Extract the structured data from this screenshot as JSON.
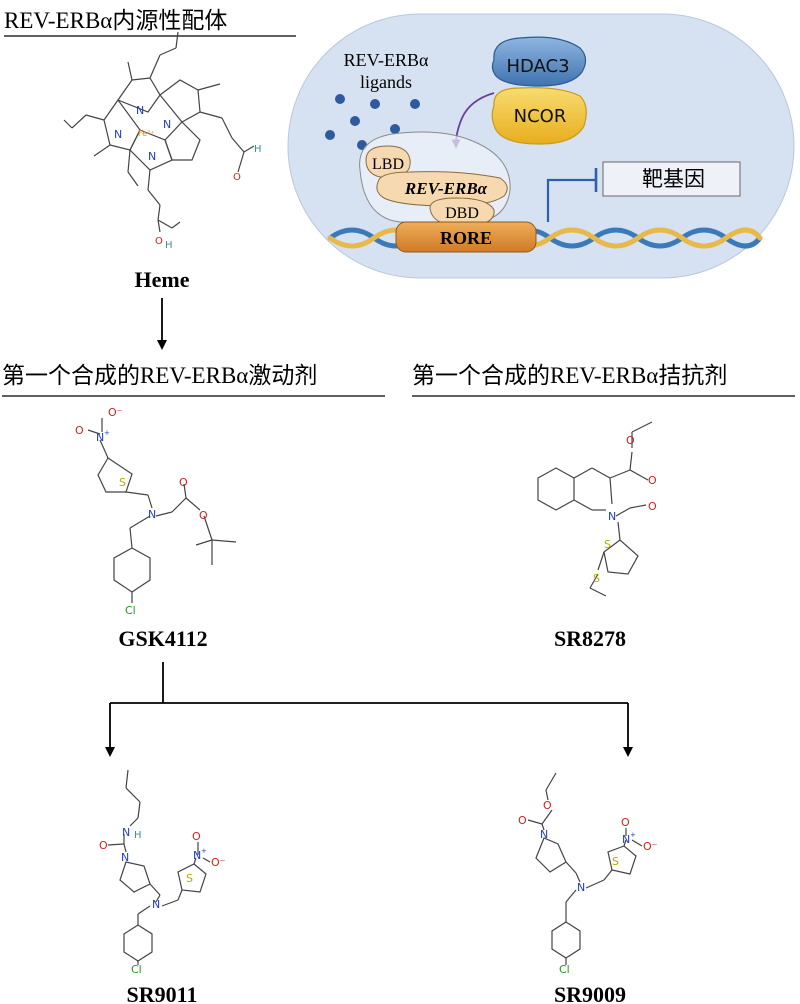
{
  "headings": {
    "endogenous_ligand": "REV-ERBα内源性配体",
    "first_agonist": "第一个合成的REV-ERBα激动剂",
    "first_antagonist": "第一个合成的REV-ERBα拮抗剂"
  },
  "compounds": {
    "heme": "Heme",
    "gsk4112": "GSK4112",
    "sr8278": "SR8278",
    "sr9011": "SR9011",
    "sr9009": "SR9009"
  },
  "cell": {
    "ligands_label_line1": "REV-ERBα",
    "ligands_label_line2": "ligands",
    "hdac3": "HDAC3",
    "ncor": "NCOR",
    "lbd": "LBD",
    "rev_erba": "REV-ERBα",
    "dbd": "DBD",
    "rore": "RORE",
    "target_gene": "靶基因"
  },
  "atoms": {
    "n": "N",
    "o": "O",
    "s": "S",
    "h": "H",
    "cl": "Cl",
    "fe": "Fe²⁺",
    "n_plus": "+",
    "minus": "-",
    "o_minus": "O⁻"
  },
  "colors": {
    "cell_fill": "#d6e2f1",
    "cell_stroke": "#b7c8df",
    "ligand_dot": "#2f5a9e",
    "hdac3_fill": "#5c8fc7",
    "ncor_fill": "#f3c63a",
    "protein_fill": "#f6d9b0",
    "rore_fill": "#e0933f",
    "dna_blue": "#3b7ab8",
    "dna_yellow": "#e8b84a",
    "arrow_purple": "#6b3fa0",
    "inhibit_blue": "#2f5fa8",
    "nitrogen": "#1f3fbf",
    "oxygen": "#d21f1f",
    "sulfur": "#b8a800",
    "chlorine": "#1f9a1f",
    "iron": "#e08a1a"
  }
}
